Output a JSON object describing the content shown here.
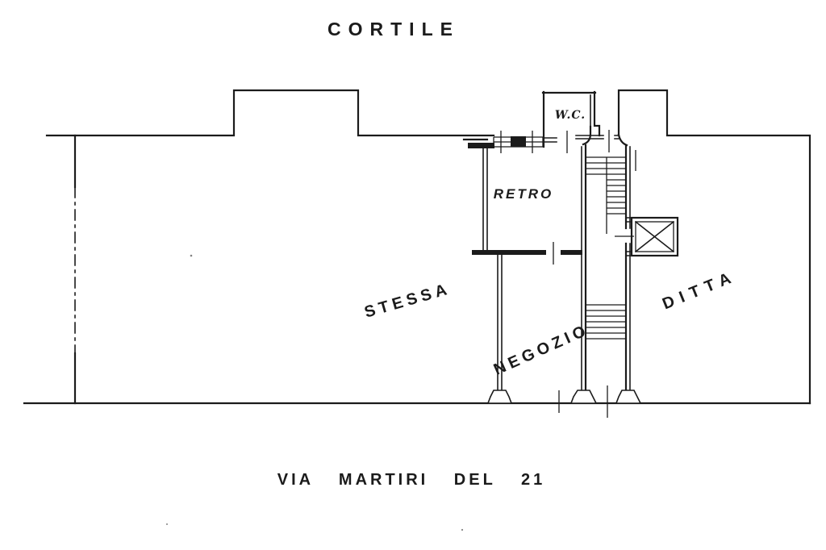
{
  "plan": {
    "courtyard_label": "CORTILE",
    "street_label": "VIA MARTIRI DEL 21",
    "rooms": {
      "wc": "W.C.",
      "retro": "RETRO",
      "stessa": "STESSA",
      "negozio": "NEGOZIO",
      "ditta": "DITTA"
    },
    "colors": {
      "ink": "#1b1b1b",
      "paper": "#ffffff"
    },
    "features": [
      "upper-stair-flight",
      "lower-stair-flight",
      "elevator-shaft-x",
      "wc-closet",
      "window-symbols",
      "dash-dot-property-line",
      "shop-entrance-ticks",
      "wall-plinths"
    ]
  }
}
